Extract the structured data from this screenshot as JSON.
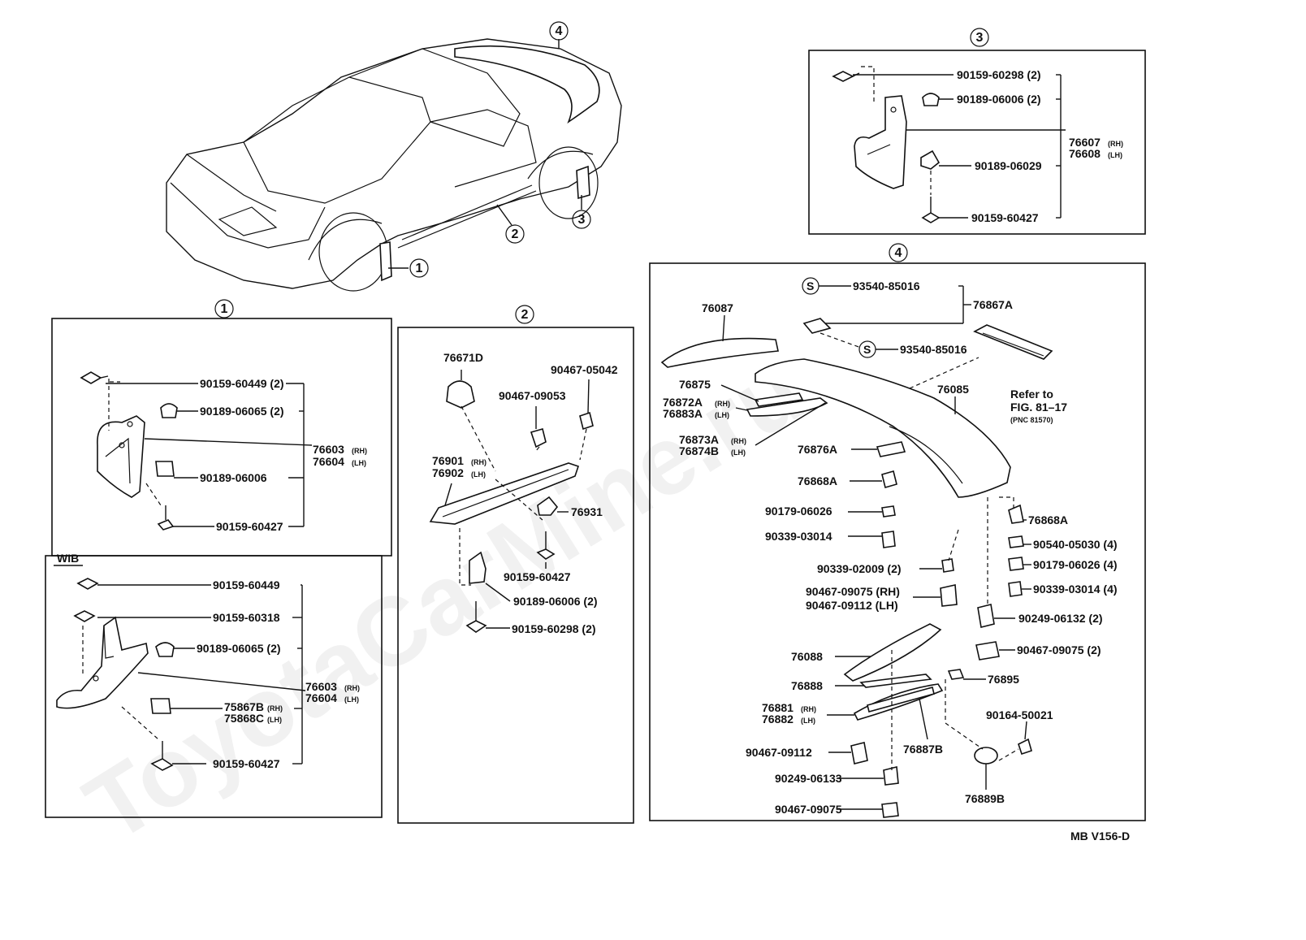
{
  "callouts": {
    "c1": "1",
    "c2": "2",
    "c3": "3",
    "c4": "4"
  },
  "watermark": "ToyotaCarMine.ru",
  "figure_code": "MB V156-D",
  "section1": {
    "parts": [
      {
        "label": "90159-60449 (2)"
      },
      {
        "label": "90189-06065 (2)"
      },
      {
        "label": "90189-06006"
      },
      {
        "label": "90159-60427"
      }
    ],
    "assembly_rh": "76603",
    "assembly_rh_suffix": "(RH)",
    "assembly_lh": "76604",
    "assembly_lh_suffix": "(LH)"
  },
  "wib": {
    "label": "WIB",
    "parts": [
      {
        "label": "90159-60449"
      },
      {
        "label": "90159-60318"
      },
      {
        "label": "90189-06065 (2)"
      },
      {
        "label": "90159-60427"
      }
    ],
    "clip_rh": "75867B",
    "clip_rh_suffix": "(RH)",
    "clip_lh": "75868C",
    "clip_lh_suffix": "(LH)",
    "assembly_rh": "76603",
    "assembly_rh_suffix": "(RH)",
    "assembly_lh": "76604",
    "assembly_lh_suffix": "(LH)"
  },
  "section2": {
    "parts": [
      {
        "label": "76671D"
      },
      {
        "label": "90467-05042"
      },
      {
        "label": "90467-09053"
      },
      {
        "label": "76931"
      },
      {
        "label": "90159-60427"
      },
      {
        "label": "90189-06006 (2)"
      },
      {
        "label": "90159-60298 (2)"
      }
    ],
    "moulding_rh": "76901",
    "moulding_rh_suffix": "(RH)",
    "moulding_lh": "76902",
    "moulding_lh_suffix": "(LH)"
  },
  "section3": {
    "parts": [
      {
        "label": "90159-60298 (2)"
      },
      {
        "label": "90189-06006 (2)"
      },
      {
        "label": "90189-06029"
      },
      {
        "label": "90159-60427"
      }
    ],
    "assembly_rh": "76607",
    "assembly_rh_suffix": "(RH)",
    "assembly_lh": "76608",
    "assembly_lh_suffix": "(LH)"
  },
  "section4": {
    "parts": [
      {
        "label": "93540-85016"
      },
      {
        "label": "93540-85016"
      },
      {
        "label": "76867A"
      },
      {
        "label": "76087"
      },
      {
        "label": "76875"
      },
      {
        "label": "76085"
      },
      {
        "label": "76876A"
      },
      {
        "label": "76868A"
      },
      {
        "label": "90179-06026"
      },
      {
        "label": "90339-03014"
      },
      {
        "label": "76868A"
      },
      {
        "label": "90540-05030 (4)"
      },
      {
        "label": "90179-06026 (4)"
      },
      {
        "label": "90339-03014 (4)"
      },
      {
        "label": "90339-02009 (2)"
      },
      {
        "label": "90467-09075 (RH)"
      },
      {
        "label": "90467-09112 (LH)"
      },
      {
        "label": "90249-06132 (2)"
      },
      {
        "label": "90467-09075 (2)"
      },
      {
        "label": "76088"
      },
      {
        "label": "76895"
      },
      {
        "label": "76888"
      },
      {
        "label": "90164-50021"
      },
      {
        "label": "90467-09112"
      },
      {
        "label": "76887B"
      },
      {
        "label": "90249-06133"
      },
      {
        "label": "76889B"
      },
      {
        "label": "90467-09075"
      }
    ],
    "pair1_rh": "76872A",
    "pair1_lh": "76883A",
    "pair2_rh": "76873A",
    "pair2_lh": "76874B",
    "pair3_rh": "76881",
    "pair3_lh": "76882",
    "rh_suffix": "(RH)",
    "lh_suffix": "(LH)",
    "refer_line1": "Refer to",
    "refer_line2": "FIG. 81–17",
    "refer_line3": "(PNC 81570)"
  }
}
